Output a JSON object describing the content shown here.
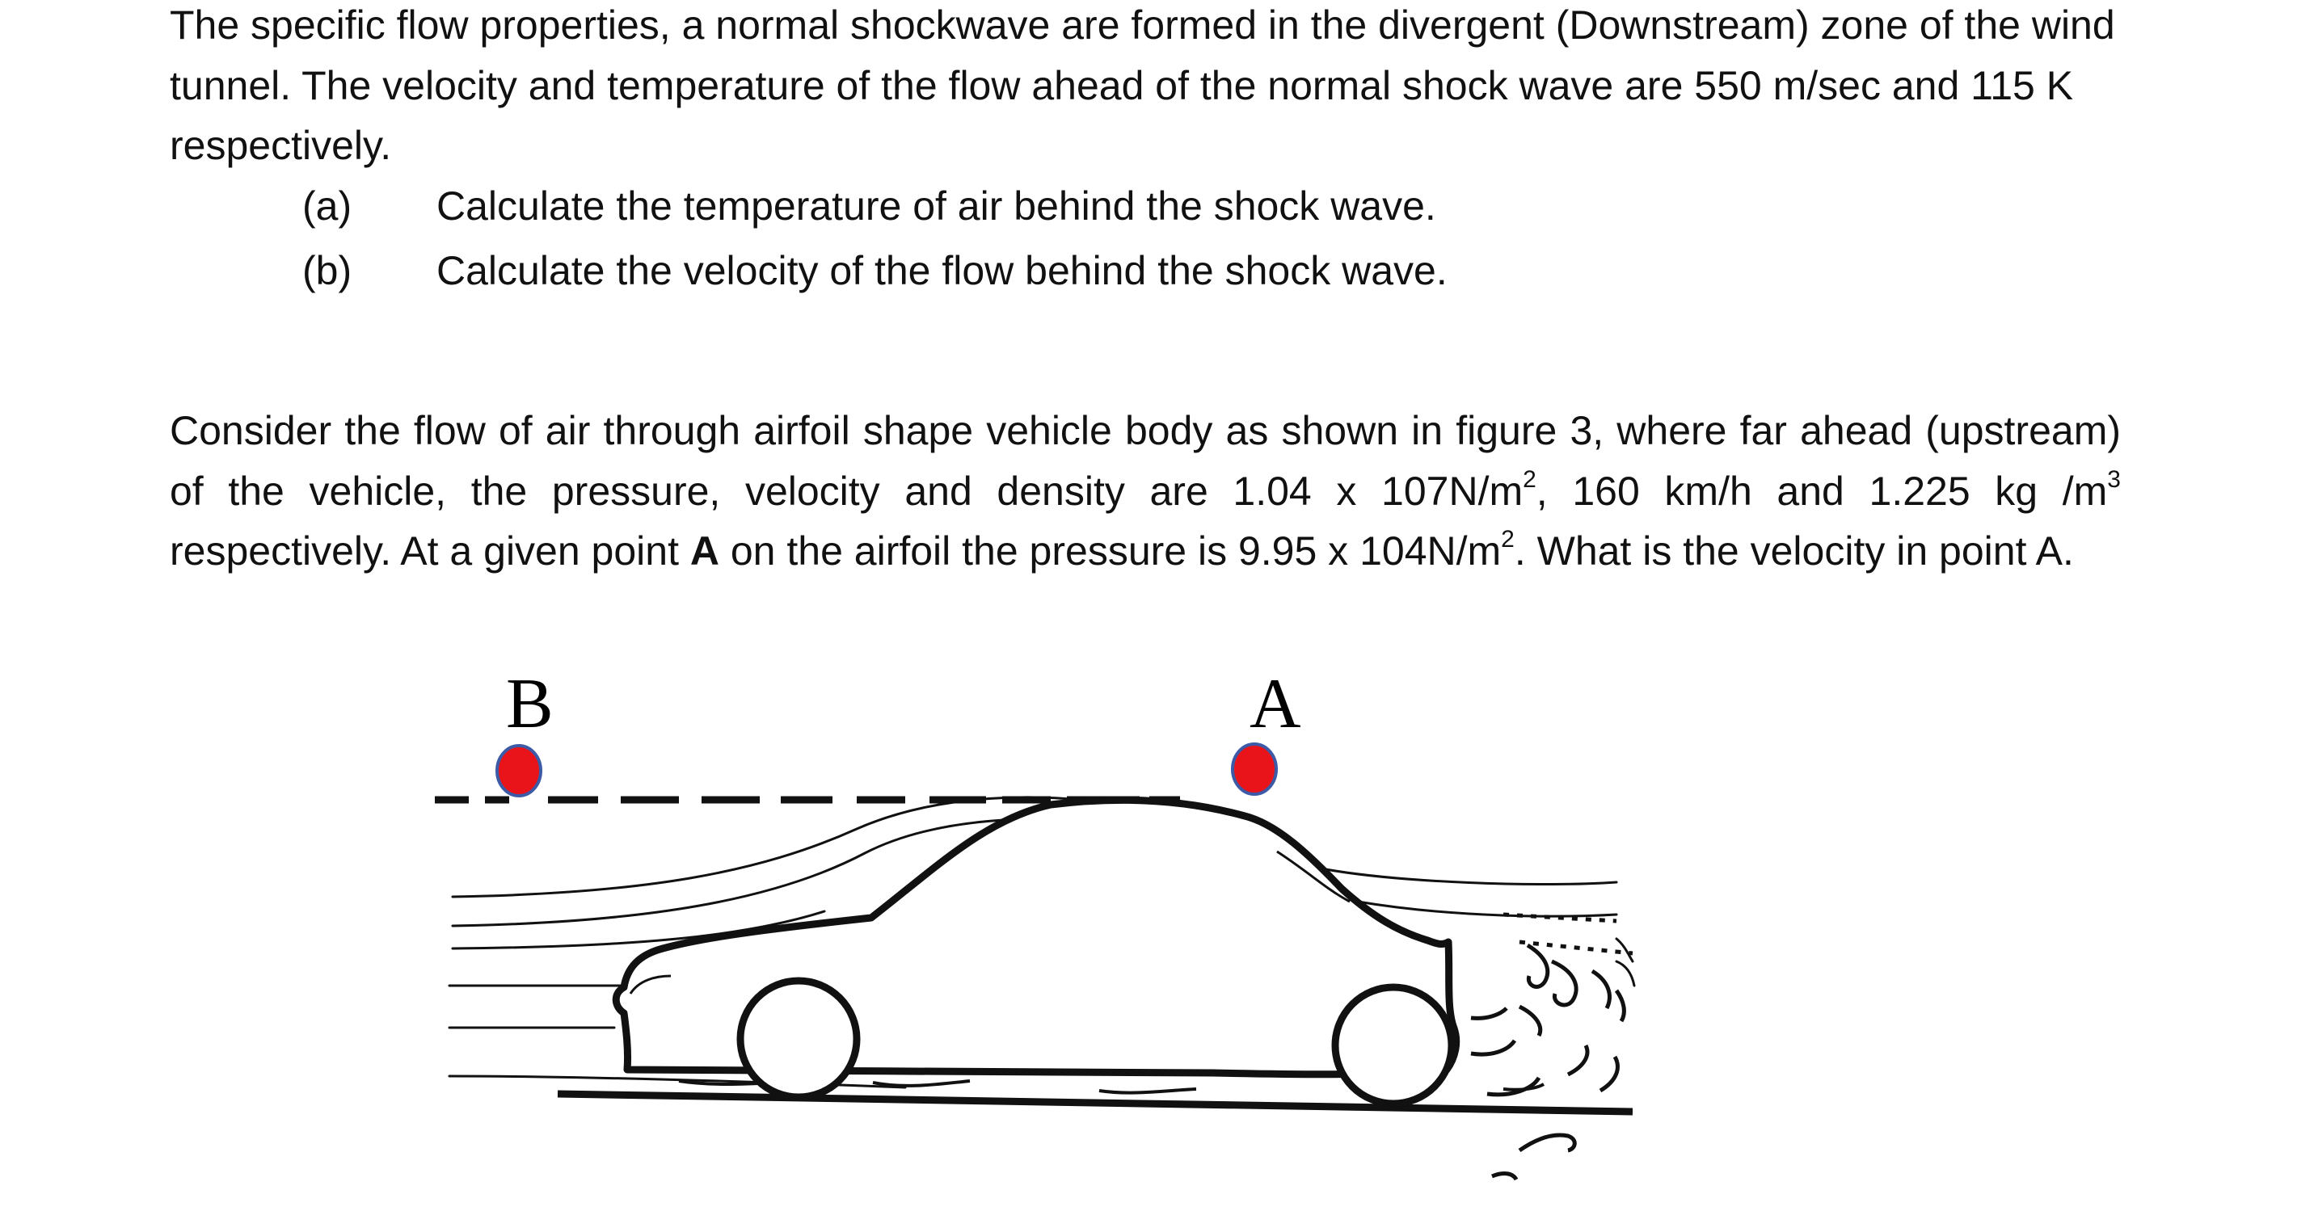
{
  "question1": {
    "intro": "The specific flow properties, a normal shockwave are formed in the divergent (Downstream) zone of the wind tunnel. The velocity and temperature of the flow ahead of the normal shock wave are 550 m/sec and 115 K respectively.",
    "items": [
      {
        "marker": "(a)",
        "text": "Calculate the temperature of air behind the shock wave."
      },
      {
        "marker": "(b)",
        "text": "Calculate the velocity of the flow behind the shock wave."
      }
    ]
  },
  "question2": {
    "part1": "Consider the flow of air through airfoil shape vehicle body as shown in figure 3, where far ahead (upstream) of the vehicle, the pressure, velocity and density are 1.04 x 107N/m",
    "sup1": "2",
    "part2": ", 160 km/h and 1.225 kg /m",
    "sup2": "3",
    "part3": " respectively.  At a given point ",
    "bold_point": "A",
    "part4": " on the airfoil the pressure is 9.95 x 104N/m",
    "sup3": "2",
    "part5": ". What is the velocity in point A."
  },
  "figure": {
    "label_b": "B",
    "label_a": "A",
    "point_color": "#e8141a",
    "point_outline": "#3c5aa6",
    "line_color": "#111111"
  }
}
